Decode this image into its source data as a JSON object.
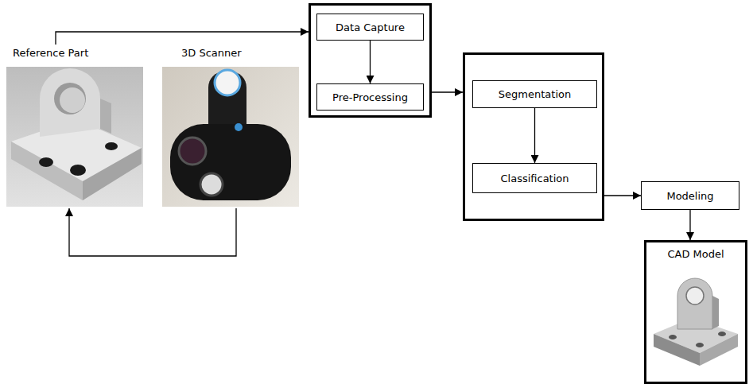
{
  "diagram": {
    "nodes": [
      {
        "text": [
          "Reference Part"
        ]
      },
      {
        "text": [
          "3D Scanner"
        ]
      },
      {
        "text": []
      },
      {
        "text": [
          "Data Capture"
        ],
        "in": 2
      },
      {
        "text": [
          "Pre-Processing"
        ],
        "in": 2
      },
      {
        "text": []
      },
      {
        "text": [
          "Segmentation"
        ],
        "in": 5
      },
      {
        "text": [
          "Classification"
        ],
        "in": 5
      },
      {
        "text": [
          "Modeling"
        ]
      },
      {
        "text": [
          "CAD Model"
        ]
      }
    ],
    "edges": [
      {
        "from": 0,
        "to": 2,
        "arrow": "to"
      },
      {
        "from": 3,
        "to": 4,
        "arrow": "to"
      },
      {
        "from": 2,
        "to": 5,
        "arrow": "to"
      },
      {
        "from": 6,
        "to": 7,
        "arrow": "to"
      },
      {
        "from": 5,
        "to": 8,
        "arrow": "to"
      },
      {
        "from": 8,
        "to": 9,
        "arrow": "to"
      },
      {
        "from": 1,
        "to": 0,
        "arrow": "to"
      }
    ]
  }
}
